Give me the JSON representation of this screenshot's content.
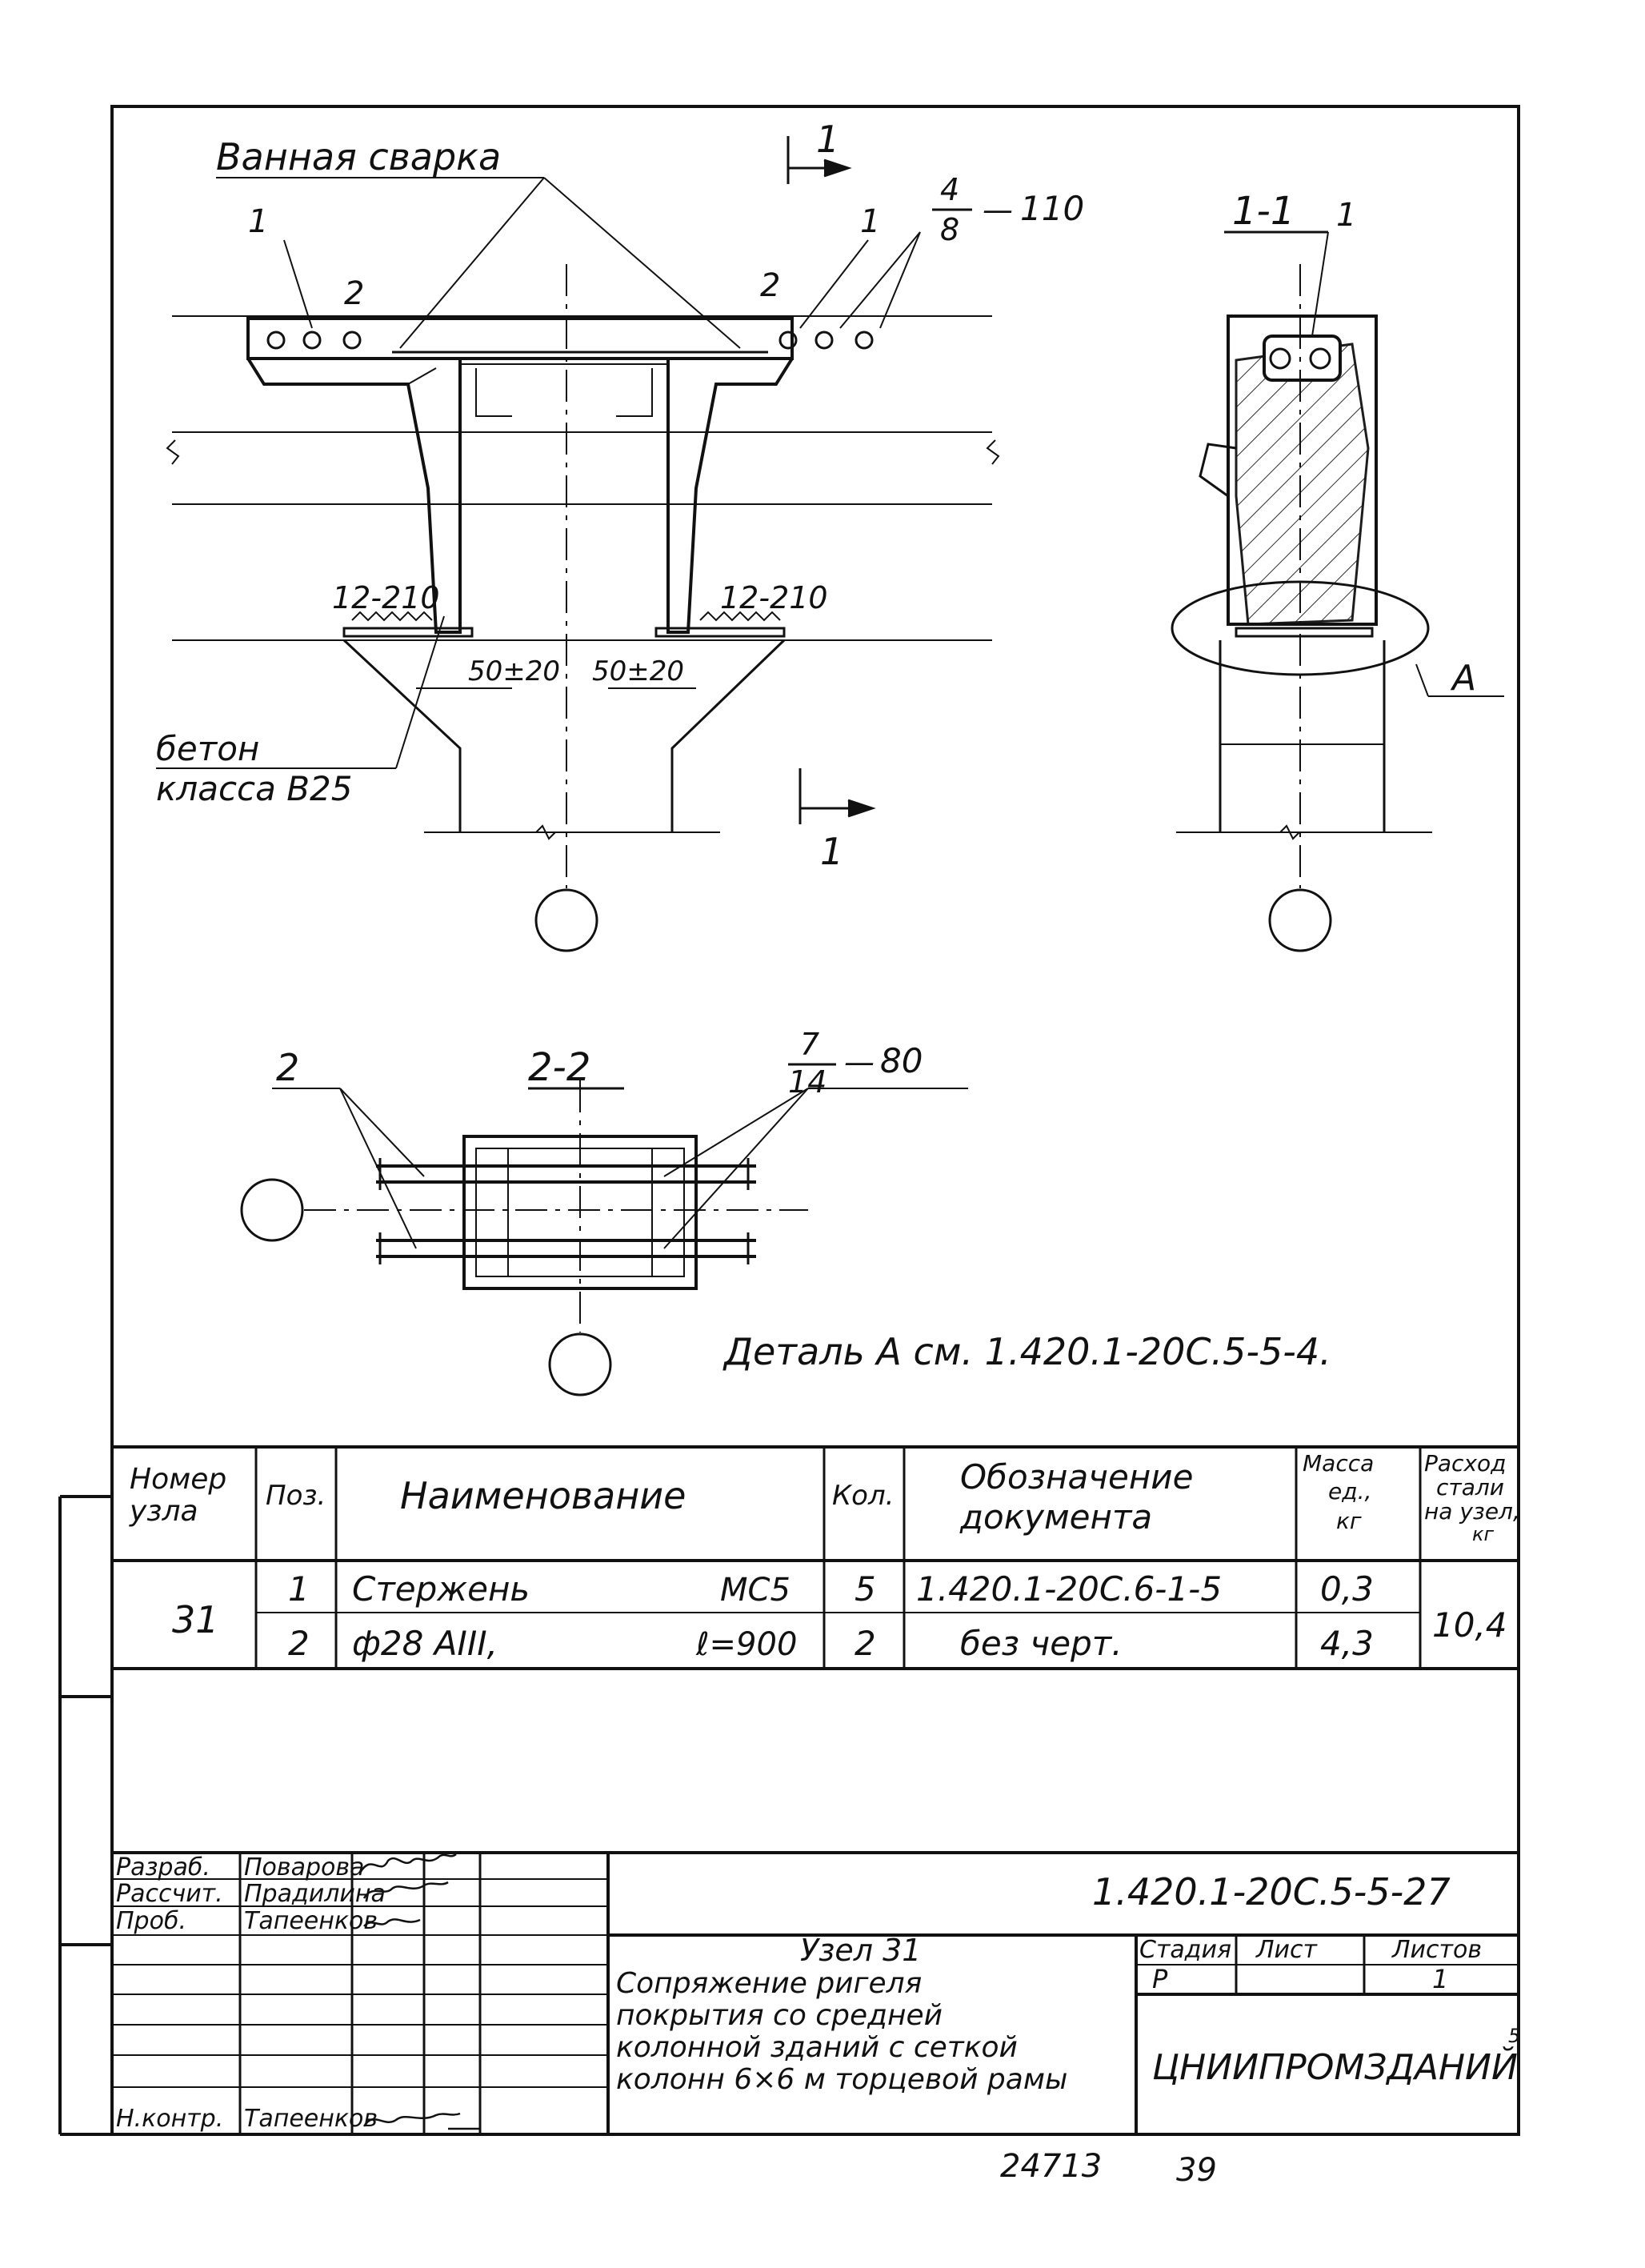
{
  "drawing": {
    "welding_label": "Ванная сварка",
    "concrete_label_1": "бетон",
    "concrete_label_2": "класса В25",
    "section_mark": "1",
    "section_title_1": "1-1",
    "section_title_2": "2-2",
    "callout_1": "1",
    "callout_2": "2",
    "callout_frac_num": "4",
    "callout_frac_den": "8",
    "callout_frac_val": "110",
    "callout_2_frac_num": "7",
    "callout_2_frac_den": "14",
    "callout_2_frac_val": "80",
    "weld_left": "12-210",
    "weld_right": "12-210",
    "dim_left": "50±20",
    "dim_right": "50±20",
    "detail_a_label": "А",
    "detail_note": "Деталь А см. 1.420.1-20С.5-5-4."
  },
  "spec_table": {
    "headers": {
      "node": "Номер узла",
      "pos": "Поз.",
      "name": "Наименование",
      "qty": "Кол.",
      "doc": "Обозначение документа",
      "mass": "Масса ед., кг",
      "steel": "Расход стали на узел, кг"
    },
    "node_number": "31",
    "rows": [
      {
        "pos": "1",
        "name": "Стержень",
        "mark": "МС5",
        "qty": "5",
        "doc": "1.420.1-20С.6-1-5",
        "mass": "0,3"
      },
      {
        "pos": "2",
        "name": "ф28 АIII,",
        "mark": "ℓ=900",
        "qty": "2",
        "doc": "без черт.",
        "mass": "4,3"
      }
    ],
    "steel_total": "10,4"
  },
  "title_block": {
    "roles": [
      {
        "role": "Разраб.",
        "name": "Поварова"
      },
      {
        "role": "Рассчит.",
        "name": "Прадилина"
      },
      {
        "role": "Проб.",
        "name": "Тапеенков"
      },
      {
        "role": "Н.контр.",
        "name": "Тапеенков"
      }
    ],
    "doc_code": "1.420.1-20С.5-5-27",
    "title_lines": [
      "Узел 31",
      "Сопряжение ригеля",
      "покрытия со средней",
      "колонной зданий с сеткой",
      "колонн 6×6 м торцевой рамы"
    ],
    "stage_header": "Стадия",
    "sheet_header": "Лист",
    "sheets_header": "Листов",
    "stage": "Р",
    "sheets": "1",
    "organization": "ЦНИИПРОМЗДАНИЙ",
    "org_mark": "5"
  },
  "footer": {
    "inventory": "24713",
    "page": "39"
  }
}
